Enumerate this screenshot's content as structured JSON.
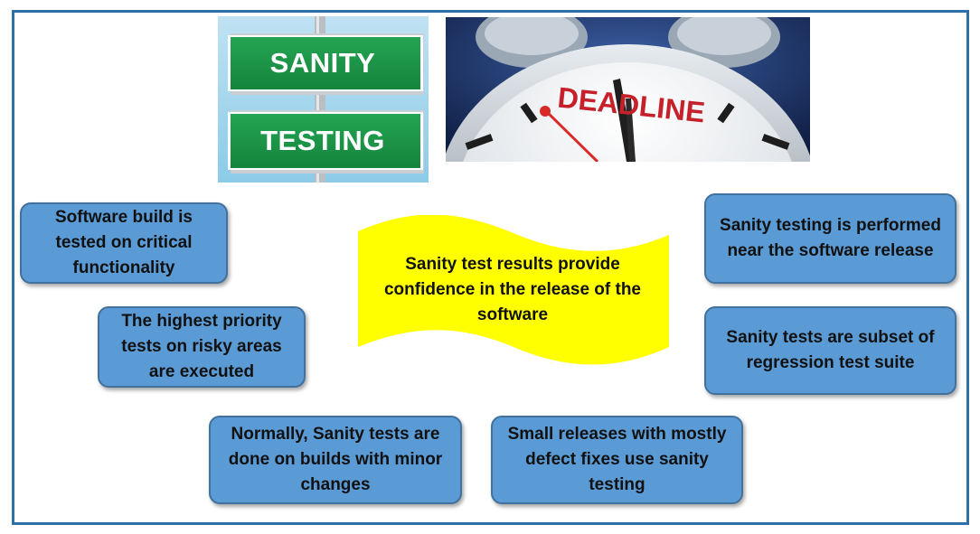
{
  "images": {
    "sign": {
      "line1": "SANITY",
      "line2": "TESTING"
    },
    "clock": {
      "label": "DEADLINE"
    }
  },
  "center": {
    "text": "Sanity test results provide confidence in the release of the software"
  },
  "boxes": [
    {
      "text": "Software build is tested on critical functionality"
    },
    {
      "text": "The highest priority tests on risky areas are executed"
    },
    {
      "text": "Normally, Sanity tests are done on builds with minor changes"
    },
    {
      "text": "Small releases with mostly defect fixes use sanity testing"
    },
    {
      "text": "Sanity testing is performed near the software release"
    },
    {
      "text": "Sanity tests are subset of regression test suite"
    }
  ],
  "colors": {
    "box_fill": "#5b9bd5",
    "box_border": "#41719c",
    "frame": "#2e6fa8",
    "banner": "#ffff00",
    "sign_green": "#1e9a4a"
  }
}
